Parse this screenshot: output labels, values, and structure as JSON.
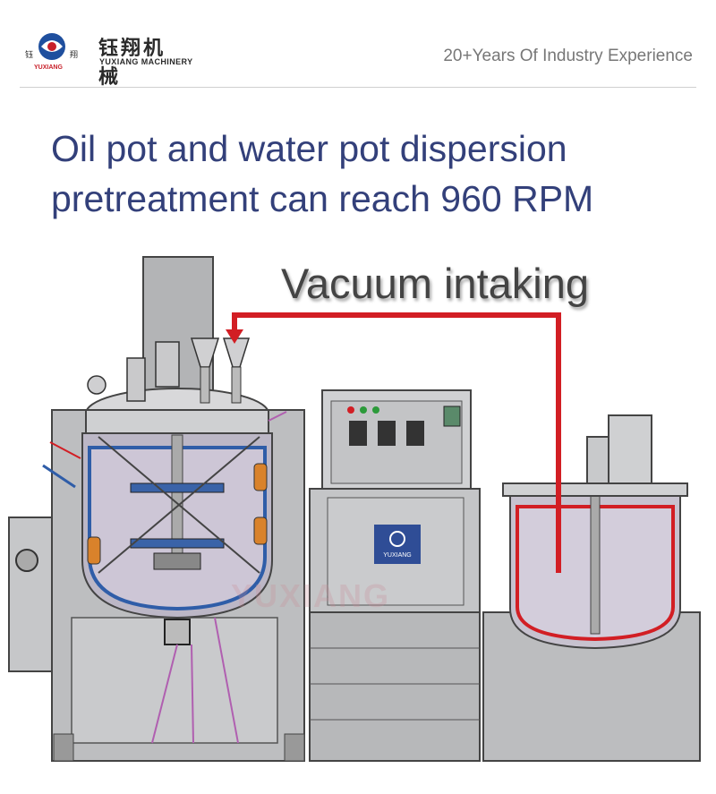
{
  "header": {
    "logo_cn": "钰翔机械",
    "logo_en": "YUXIANG MACHINERY",
    "logo_small": "YUXIANG",
    "tagline": "20+Years Of Industry Experience"
  },
  "headline": {
    "line1": "Oil pot and water pot dispersion",
    "line2": "pretreatment can reach 960 RPM"
  },
  "callout": {
    "text": "Vacuum intaking"
  },
  "panel": {
    "badge_text": "YUXIANG"
  },
  "watermark": {
    "text": "YUXIANG"
  },
  "colors": {
    "headline": "#33407a",
    "arrow": "#d21e24",
    "steel": "#b9babc",
    "jacket_blue": "#2f5da8",
    "heater_orange": "#d9822b"
  },
  "icons": [
    "yuxiang-logo-icon",
    "vacuum-arrow-icon"
  ]
}
